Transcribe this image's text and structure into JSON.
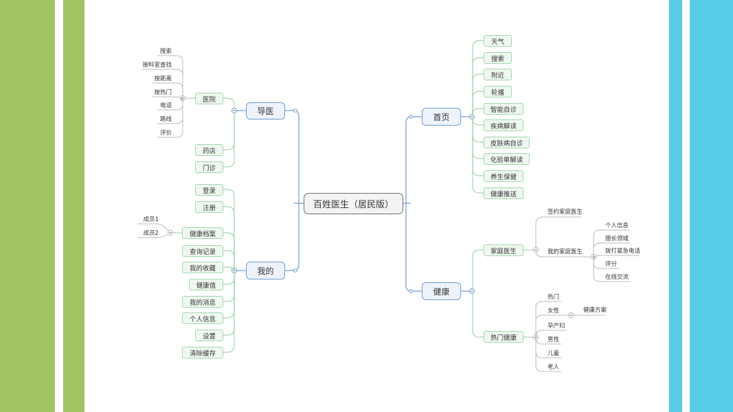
{
  "colors": {
    "left_bar": "#a0c462",
    "right_bar": "#57cce6",
    "main_stroke": "#6b9bd2",
    "sub_stroke": "#9fd8aa",
    "leaf_stroke": "#b8b8b8"
  },
  "root": {
    "label": "百姓医生（居民版）"
  },
  "branches": {
    "guide": {
      "label": "导医",
      "children": [
        {
          "label": "医院",
          "leaves": [
            "搜索",
            "按科室查找",
            "按距离",
            "按热门",
            "电话",
            "路线",
            "评价"
          ]
        },
        {
          "label": "药店"
        },
        {
          "label": "门诊"
        }
      ]
    },
    "mine": {
      "label": "我的",
      "children": [
        {
          "label": "登录"
        },
        {
          "label": "注册"
        },
        {
          "label": "健康档案",
          "leaves": [
            "成员1",
            "成员2"
          ]
        },
        {
          "label": "查询记录"
        },
        {
          "label": "我的收藏"
        },
        {
          "label": "健康值"
        },
        {
          "label": "我的消息"
        },
        {
          "label": "个人信息"
        },
        {
          "label": "设置"
        },
        {
          "label": "清除缓存"
        }
      ]
    },
    "home": {
      "label": "首页",
      "children": [
        "天气",
        "搜索",
        "附近",
        "轮播",
        "智能自诊",
        "疾病解读",
        "皮肤病自诊",
        "化验单解读",
        "养生保健",
        "健康推送"
      ]
    },
    "health": {
      "label": "健康",
      "children": [
        {
          "label": "家庭医生",
          "leaves": [
            {
              "label": "签约家庭医生"
            },
            {
              "label": "我的家庭医生",
              "leaves": [
                "个人信息",
                "擅长领域",
                "拨打紧急电话",
                "评分",
                "在线交流"
              ]
            }
          ]
        },
        {
          "label": "热门健康",
          "leaves": [
            {
              "label": "热门"
            },
            {
              "label": "女性",
              "leaves": [
                "健康方案"
              ]
            },
            {
              "label": "孕产妇"
            },
            {
              "label": "男性"
            },
            {
              "label": "儿童"
            },
            {
              "label": "老人"
            }
          ]
        }
      ]
    }
  }
}
